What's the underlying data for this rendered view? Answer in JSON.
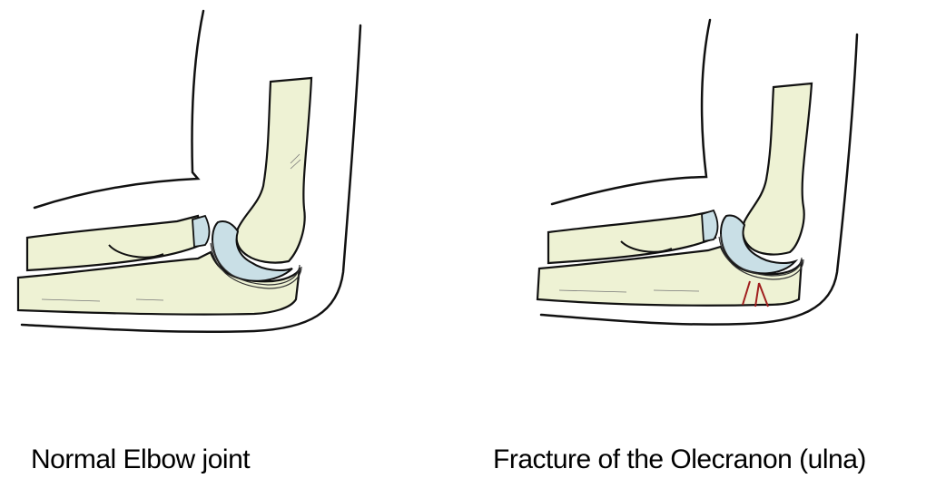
{
  "figure": {
    "panels": [
      {
        "id": "normal",
        "caption": "Normal Elbow joint",
        "shows_fracture": false
      },
      {
        "id": "fracture",
        "caption": "Fracture of the Olecranon (ulna)",
        "shows_fracture": true
      }
    ],
    "colors": {
      "bone": "#eef2d4",
      "cartilage": "#c9dfe6",
      "outline": "#111111",
      "fracture_line": "#a01e1e",
      "background": "#ffffff"
    }
  }
}
